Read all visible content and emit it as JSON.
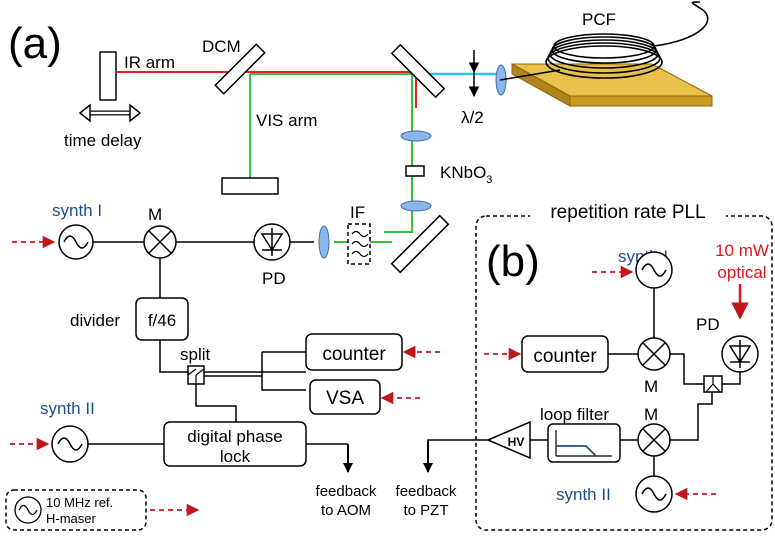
{
  "panels": {
    "a_label": "(a)",
    "b_label": "(b)",
    "b_title": "repetition rate PLL"
  },
  "optics": {
    "dcm": "DCM",
    "pcf": "PCF",
    "ir_arm": "IR arm",
    "vis_arm": "VIS arm",
    "time_delay": "time delay",
    "half_wave": "λ/2",
    "crystal": "KNbO",
    "crystal_sub": "3",
    "filter": "IF",
    "photodiode": "PD"
  },
  "electronics_a": {
    "synth1": "synth I",
    "mixer": "M",
    "divider_label": "divider",
    "divider_box": "f/46",
    "split": "split",
    "counter": "counter",
    "vsa": "VSA",
    "synth2": "synth II",
    "phase_lock_line1": "digital phase",
    "phase_lock_line2": "lock",
    "feedback_aom_line1": "feedback",
    "feedback_aom_line2": "to AOM",
    "feedback_pzt_line1": "feedback",
    "feedback_pzt_line2": "to PZT"
  },
  "legend": {
    "line1": "10 MHz ref.",
    "line2": "H-maser"
  },
  "electronics_b": {
    "synth1": "synth I",
    "optical_line1": "10 mW",
    "optical_line2": "optical",
    "counter": "counter",
    "pd": "PD",
    "mixer_upper": "M",
    "loop_filter": "loop filter",
    "mixer_lower": "M",
    "hv": "HV",
    "synth2": "synth II"
  },
  "colors": {
    "ir_beam": "#e8202a",
    "vis_beam": "#2fc43a",
    "blue_beam": "#29c6e0",
    "synth_text": "#1f4e8c",
    "reference_arrow": "#c0161c",
    "optical_text": "#e0161c",
    "fiber_mount": "#e0b43a",
    "lens": "#8fb6e8"
  }
}
